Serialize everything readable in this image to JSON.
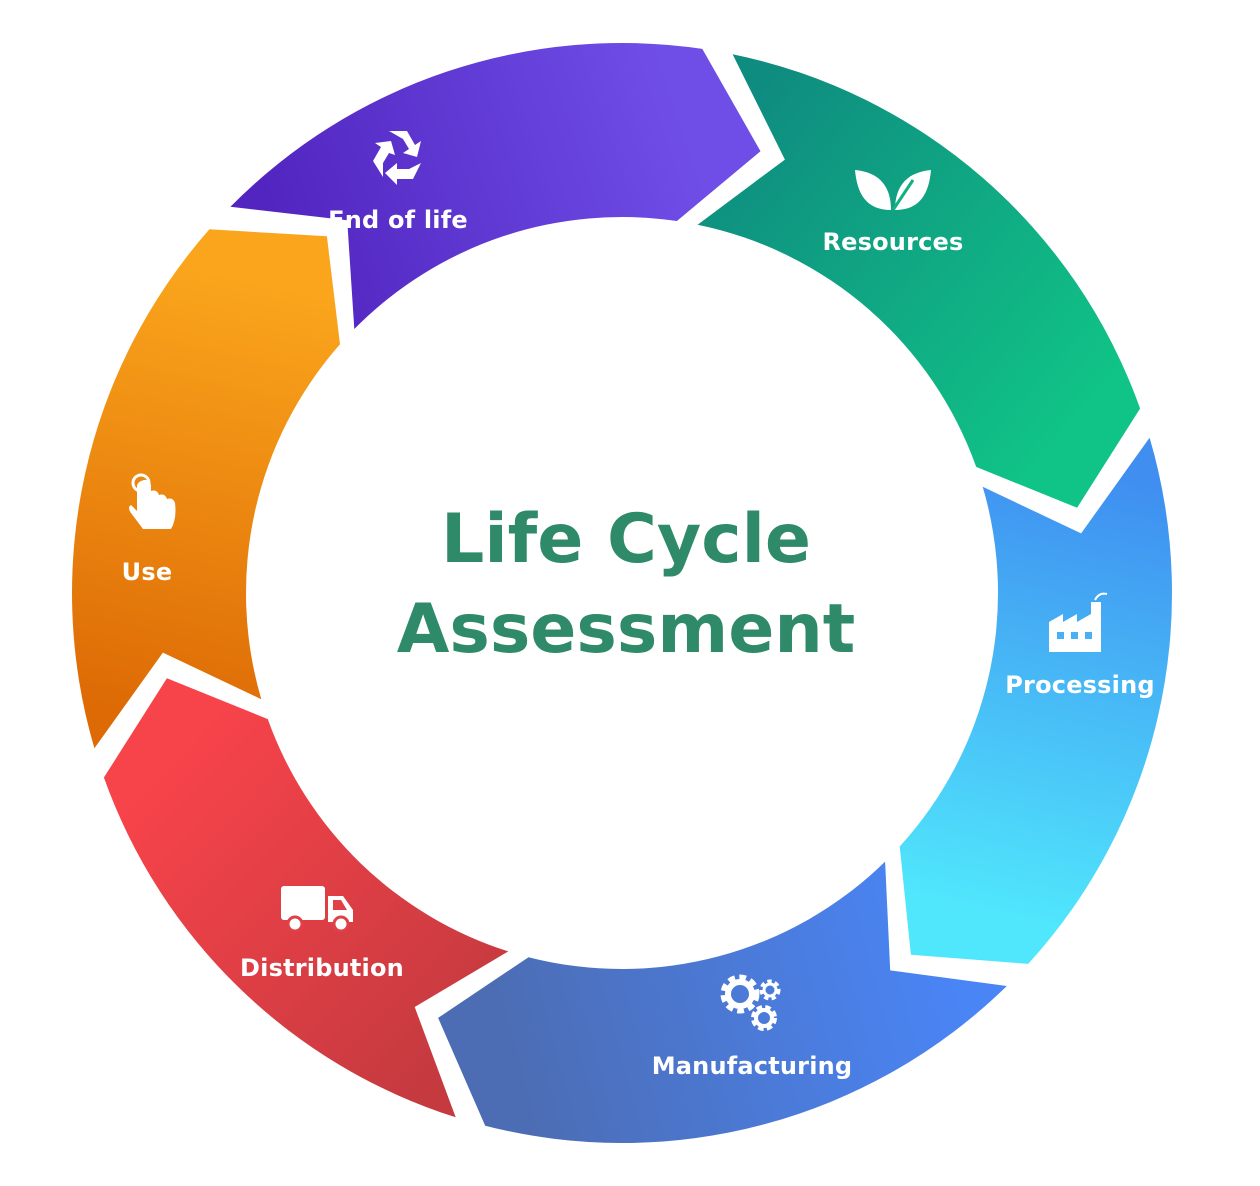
{
  "title": {
    "line1": "Life Cycle",
    "line2": "Assessment",
    "color": "#2f8a69"
  },
  "stages": [
    {
      "label": "Resources",
      "icon": "leaf-icon",
      "colors": [
        "#0f8c80",
        "#10c386"
      ]
    },
    {
      "label": "Processing",
      "icon": "factory-icon",
      "colors": [
        "#3f8ef0",
        "#50e6fc"
      ]
    },
    {
      "label": "Manufacturing",
      "icon": "gears-icon",
      "colors": [
        "#4a85f6",
        "#4c6db4"
      ]
    },
    {
      "label": "Distribution",
      "icon": "truck-icon",
      "colors": [
        "#c43a3f",
        "#f7434a"
      ]
    },
    {
      "label": "Use",
      "icon": "hand-pointer-icon",
      "colors": [
        "#dd6a05",
        "#faa51c"
      ]
    },
    {
      "label": "End of life",
      "icon": "recycle-icon",
      "colors": [
        "#5225c0",
        "#6f4ee7"
      ]
    }
  ]
}
